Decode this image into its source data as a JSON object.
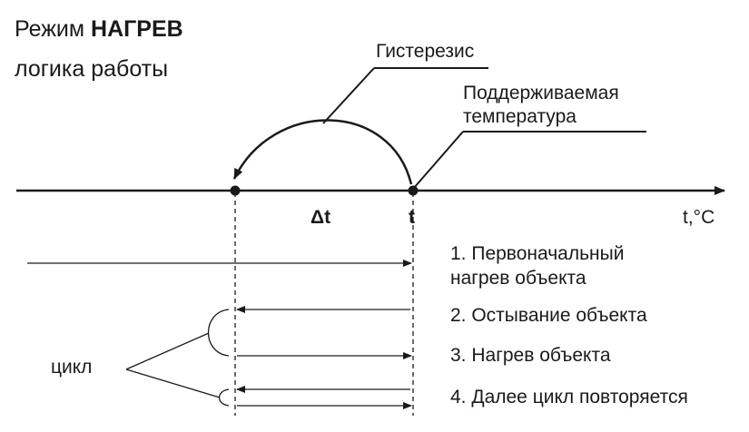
{
  "title": {
    "prefix": "Режим",
    "bold": "НАГРЕВ"
  },
  "subtitle": "логика работы",
  "labels": {
    "hysteresis": "Гистерезис",
    "setpoint_line1": "Поддерживаемая",
    "setpoint_line2": "температура",
    "delta_t": "Δt",
    "t": "t",
    "axis": "t,°C",
    "cycle": "цикл"
  },
  "steps": [
    {
      "line1": "1. Первоначальный",
      "line2": "нагрев объекта"
    },
    {
      "line1": "2. Остывание объекта"
    },
    {
      "line1": "3. Нагрев объекта"
    },
    {
      "line1": "4. Далее цикл повторяется"
    }
  ],
  "colors": {
    "ink": "#1a1a1a",
    "background": "#ffffff"
  }
}
